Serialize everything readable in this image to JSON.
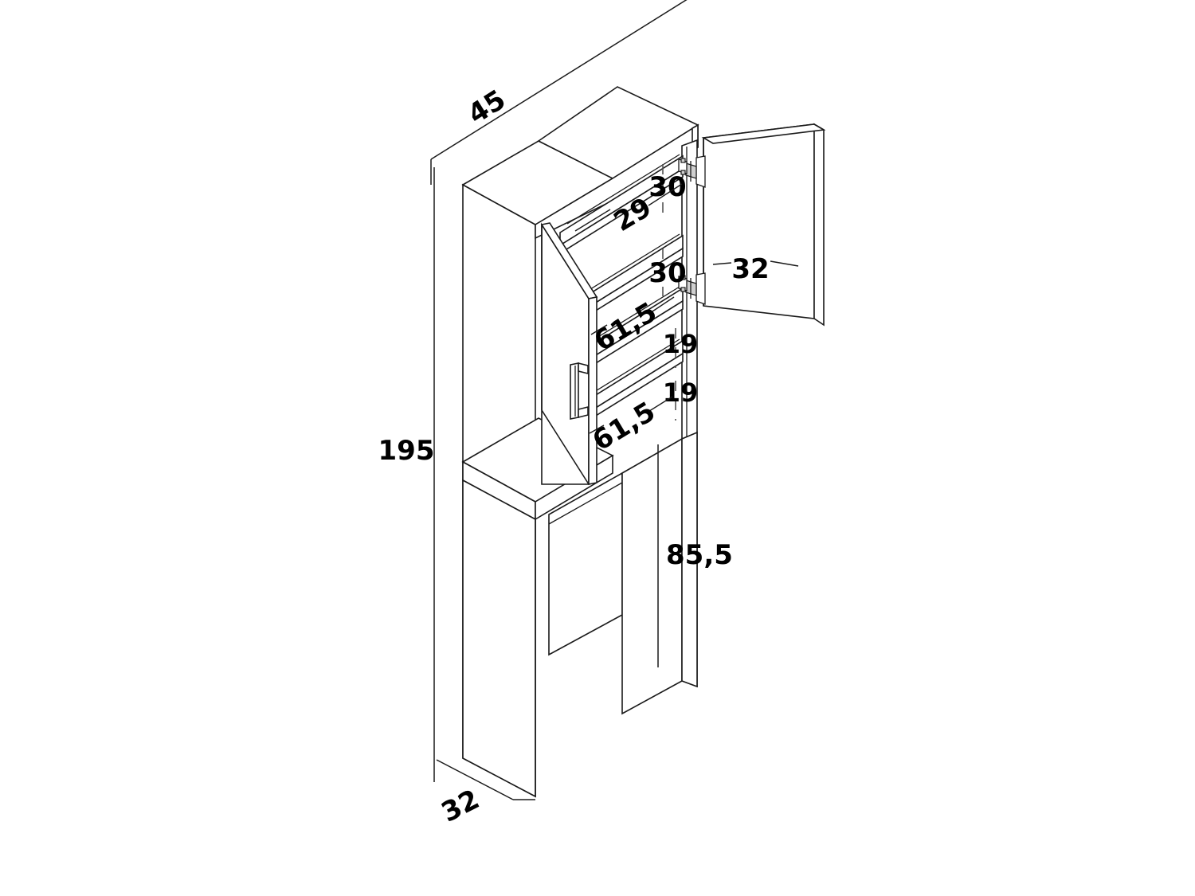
{
  "drawing": {
    "title": "Bathroom over-toilet cabinet assembly dimension drawing",
    "view": "isometric-line-drawing",
    "units": "cm",
    "stroke_color": "#1a1a1a",
    "background_color": "#ffffff",
    "dimension_color": "#000000",
    "hidden_line_color": "#555555"
  },
  "dimensions": {
    "overall_width": "45",
    "overall_height": "195",
    "overall_depth": "32",
    "door_depth": "32",
    "compartment_top": "30",
    "shelf_width_top": "29",
    "compartment_second": "30",
    "shelf_width_lower_a": "61,5",
    "compartment_third": "19",
    "compartment_fourth": "19",
    "shelf_width_lower_b": "61,5",
    "open_bay_height": "85,5"
  },
  "labels": [
    {
      "id": "width-45",
      "text": "45",
      "meaning": "cabinet width across top"
    },
    {
      "id": "height-195",
      "text": "195",
      "meaning": "total cabinet height"
    },
    {
      "id": "depth-32-bottom",
      "text": "32",
      "meaning": "cabinet depth at base"
    },
    {
      "id": "door-32",
      "text": "32",
      "meaning": "door panel width"
    },
    {
      "id": "gap-30-top",
      "text": "30",
      "meaning": "top compartment clear height"
    },
    {
      "id": "shelf-29",
      "text": "29",
      "meaning": "top shelf depth"
    },
    {
      "id": "gap-30-second",
      "text": "30",
      "meaning": "second compartment clear height"
    },
    {
      "id": "shelf-615-upper",
      "text": "61,5",
      "meaning": "shelf span"
    },
    {
      "id": "gap-19-upper",
      "text": "19",
      "meaning": "third compartment clear height"
    },
    {
      "id": "gap-19-lower",
      "text": "19",
      "meaning": "fourth compartment clear height"
    },
    {
      "id": "shelf-615-lower",
      "text": "61,5",
      "meaning": "lower shelf span"
    },
    {
      "id": "open-bay-855",
      "text": "85,5",
      "meaning": "open bay height below cabinet"
    }
  ],
  "components": {
    "carcass": "cabinet-body",
    "top_panel": "top-board",
    "left_side": "left-side-panel",
    "right_side": "right-side-panel",
    "shelves": 4,
    "left_door": "left-hinged-door-open",
    "right_door": "right-hinged-door-open",
    "handle": "bar-handle",
    "hinges": 2,
    "back_panel": "rear-panel",
    "legs": "side-leg-panels"
  }
}
